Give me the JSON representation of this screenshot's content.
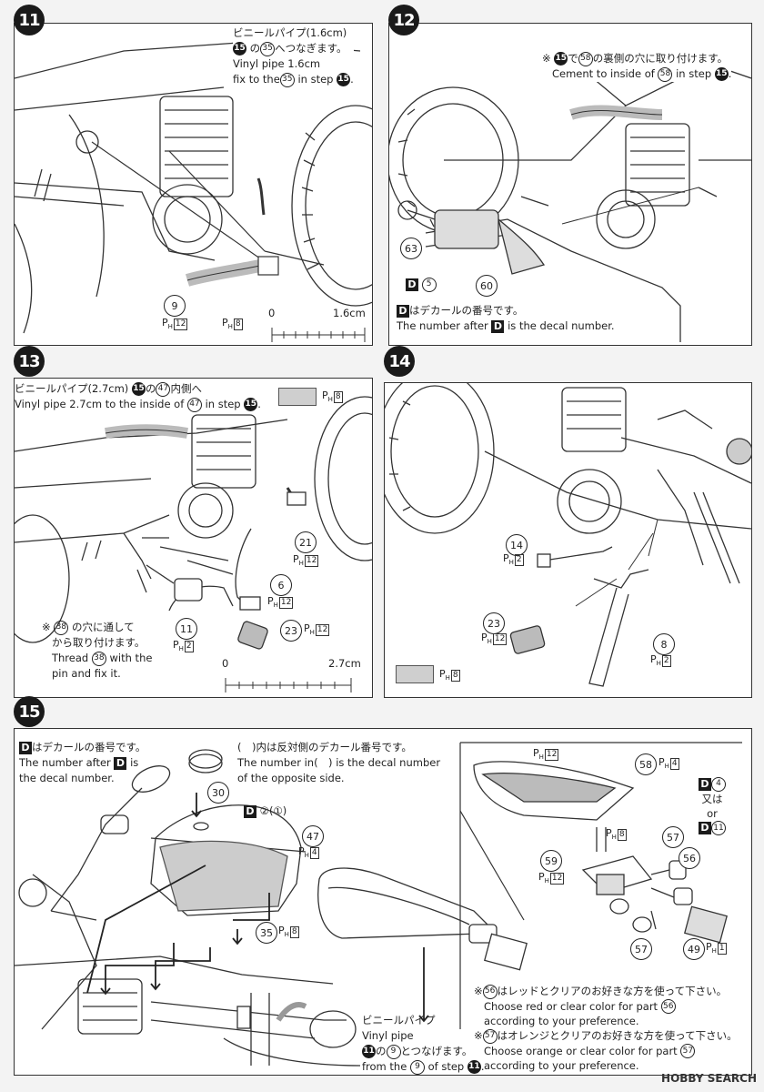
{
  "steps": {
    "s11": {
      "number": "11",
      "note_jp": "ビニールパイプ(1.6cm)",
      "note_jp2": "の",
      "note_jp3": "へつなぎます。",
      "note_en1": "Vinyl pipe 1.6cm",
      "note_en2": "fix to the",
      "note_en3": "in step",
      "ref_step": "15",
      "ref_part": "35",
      "parts": [
        {
          "num": "9",
          "code": "12"
        },
        {
          "num": "",
          "code": "8"
        }
      ],
      "scale_zero": "0",
      "scale_label": "1.6cm"
    },
    "s12": {
      "number": "12",
      "note_jp1": "※",
      "note_jp2": "で",
      "note_jp3": "の裏側の穴に取り付けます。",
      "note_en1": "Cement to inside of",
      "note_en2": "in step",
      "ref_step": "15",
      "ref_part": "58",
      "part_63": "63",
      "part_60": "60",
      "decal_letter": "D",
      "decal_num": "5",
      "decal_note_jp": "はデカールの番号です。",
      "decal_note_en1": "The number after",
      "decal_note_en2": "is the decal number."
    },
    "s13": {
      "number": "13",
      "note_jp1": "ビニールパイプ(2.7cm)",
      "note_jp2": "の",
      "note_jp3": "内側へ",
      "note_en1": "Vinyl pipe 2.7cm to the inside of",
      "note_en2": "in step",
      "ref_step": "15",
      "ref_part": "47",
      "swatch_code": "8",
      "parts": [
        {
          "num": "21",
          "code": "12"
        },
        {
          "num": "6",
          "code": "12"
        },
        {
          "num": "23",
          "code": "12"
        },
        {
          "num": "11",
          "code": "2"
        }
      ],
      "pin_note_jp1": "※",
      "pin_note_jp2": "の穴に通して",
      "pin_note_jp3": "から取り付けます。",
      "pin_note_en1": "Thread",
      "pin_note_en2": "with the",
      "pin_note_en3": "pin and fix it.",
      "pin_part": "38",
      "scale_zero": "0",
      "scale_label": "2.7cm"
    },
    "s14": {
      "number": "14",
      "parts": [
        {
          "num": "14",
          "code": "2"
        },
        {
          "num": "23",
          "code": "12"
        },
        {
          "num": "8",
          "code": "2"
        }
      ],
      "swatch_code": "8"
    },
    "s15": {
      "number": "15",
      "decal_jp": "はデカールの番号です。",
      "decal_en1": "The number after",
      "decal_en2": "is",
      "decal_en3": "the decal number.",
      "opp_jp": "(　)内は反対側のデカール番号です。",
      "opp_en1": "The number in(　) is the decal number",
      "opp_en2": "of the opposite side.",
      "p30": "30",
      "decal_tank": "②(①)",
      "p47": "47",
      "p47_code": "4",
      "p35": "35",
      "p35_code": "8",
      "pipe_jp": "ビニールパイプ",
      "pipe_en": "Vinyl pipe",
      "pipe_jp2": "の",
      "pipe_jp3": "とつなげます。",
      "pipe_en2": "from the",
      "pipe_en3": "of step",
      "pipe_step": "11",
      "pipe_part": "9",
      "inset": {
        "seat_code": "12",
        "p58": "58",
        "p58_code": "4",
        "decal_a": "4",
        "or_jp": "又は",
        "or_en": "or",
        "decal_b": "11",
        "p_code8": "8",
        "p57a": "57",
        "p56": "56",
        "p59": "59",
        "p59_code": "12",
        "p57b": "57",
        "p49": "49",
        "p49_code": "1"
      },
      "color_note1_jp": "はレッドとクリアのお好きな方を使って下さい。",
      "color_note1_en1": "Choose red or clear color for part",
      "color_note1_en2": "according to your preference.",
      "color_part1": "56",
      "color_note2_jp": "はオレンジとクリアのお好きな方を使って下さい。",
      "color_note2_en1": "Choose orange or clear color for part",
      "color_note2_en2": "according to your preference.",
      "color_part2": "57"
    }
  },
  "ph_prefix": "PH",
  "watermark": "HOBBY SEARCH"
}
